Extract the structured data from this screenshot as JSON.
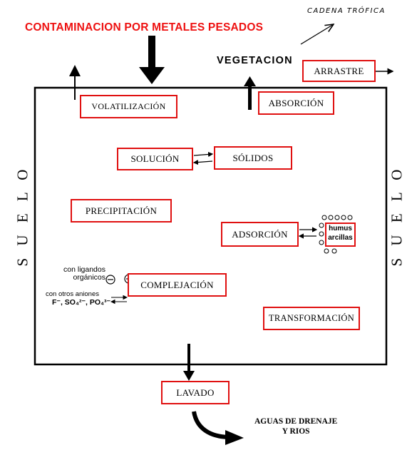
{
  "title": "CONTAMINACION POR METALES PESADOS",
  "handwritten_note": "CADENA TRÓFICA",
  "vegetation_label": "VEGETACION",
  "soil_label_left": "S U E L O",
  "soil_label_right": "S U E L O",
  "processes": {
    "arrastre": "ARRASTRE",
    "volatilizacion": "VOLATILIZACIÓN",
    "absorcion": "ABSORCIÓN",
    "solucion": "SOLUCIÓN",
    "solidos": "SÓLIDOS",
    "precipitacion": "PRECIPITACIÓN",
    "adsorcion": "ADSORCIÓN",
    "complejacion": "COMPLEJACIÓN",
    "transformacion": "TRANSFORMACIÓN",
    "lavado": "LAVADO"
  },
  "humus_box": {
    "line1": "humus",
    "line2": "arcillas"
  },
  "ligands": {
    "organic_line1": "con ligandos",
    "organic_line2": "orgánicos",
    "anions_line1": "con otros aniones",
    "anions_line2": "F⁻, SO₄²⁻, PO₄³⁻"
  },
  "drainage": {
    "line1": "AGUAS DE DRENAJE",
    "line2": "Y RIOS"
  },
  "colors": {
    "accent_red": "#e01010",
    "title_red": "#ee1111",
    "line": "#000000"
  }
}
